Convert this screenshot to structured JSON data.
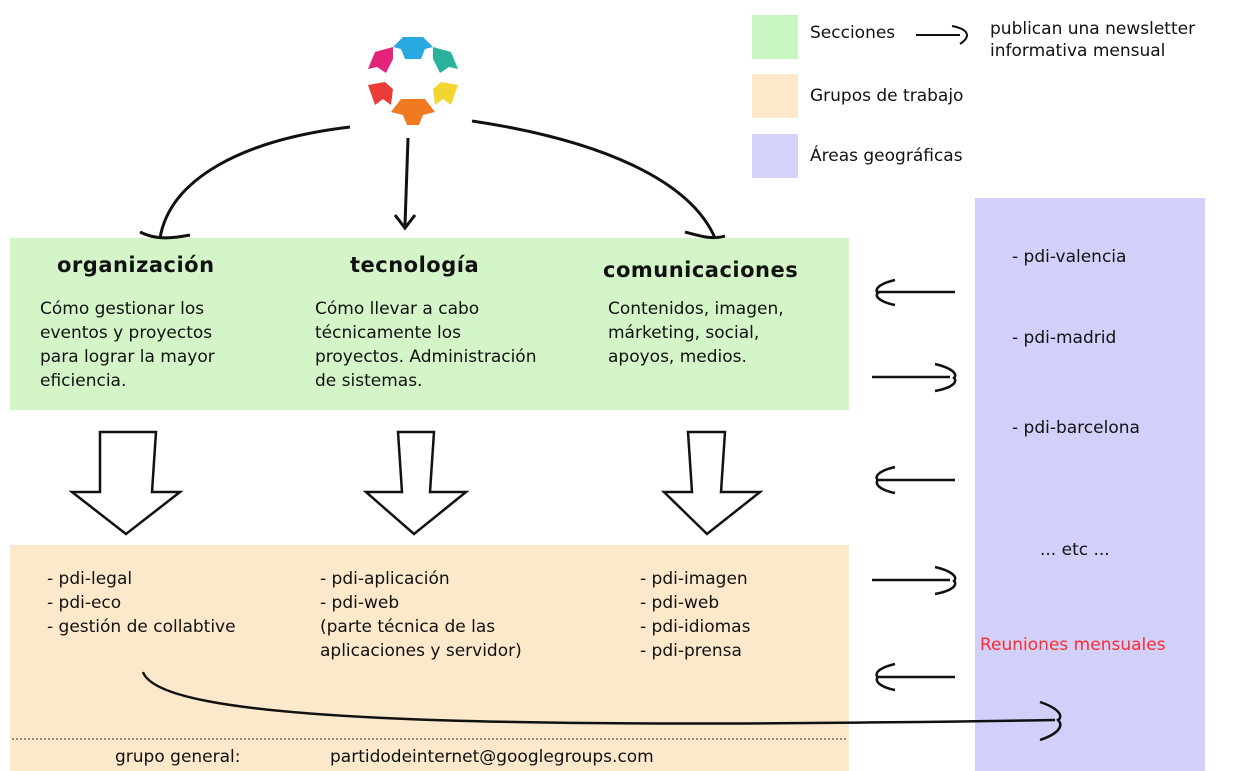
{
  "legend": {
    "items": [
      {
        "label": "Secciones",
        "color": "#c8f5c1"
      },
      {
        "label": "Grupos de trabajo",
        "color": "#fde9c9"
      },
      {
        "label": "Áreas geográficas",
        "color": "#d4d3fb"
      }
    ],
    "note_line1": "publican una newsletter",
    "note_line2": "informativa mensual"
  },
  "sections": [
    {
      "title": "organización",
      "description": "Cómo gestionar los\neventos y proyectos\npara lograr la mayor\neficiencia.",
      "groups": [
        "- pdi-legal",
        "- pdi-eco",
        "- gestión de collabtive"
      ]
    },
    {
      "title": "tecnología",
      "description": "Cómo llevar a cabo\ntécnicamente los\nproyectos. Administración\nde sistemas.",
      "groups": [
        "- pdi-aplicación",
        "- pdi-web",
        "(parte técnica de las",
        "aplicaciones y servidor)"
      ]
    },
    {
      "title": "comunicaciones",
      "description": "Contenidos, imagen,\nmárketing, social,\napoyos, medios.",
      "groups": [
        "- pdi-imagen",
        "- pdi-web",
        "- pdi-idiomas",
        "- pdi-prensa"
      ]
    }
  ],
  "geo_areas": {
    "items": [
      "- pdi-valencia",
      "- pdi-madrid",
      "- pdi-barcelona",
      "... etc ..."
    ],
    "meetings": "Reuniones mensuales",
    "meetings_color": "#ff2a2a"
  },
  "footer": {
    "label": "grupo general:",
    "email": "partidodeinternet@googlegroups.com"
  },
  "logo": {
    "colors": [
      "#2aa8e0",
      "#29b29c",
      "#f2d530",
      "#f07a1f",
      "#ea3d3a",
      "#e4247a"
    ]
  }
}
